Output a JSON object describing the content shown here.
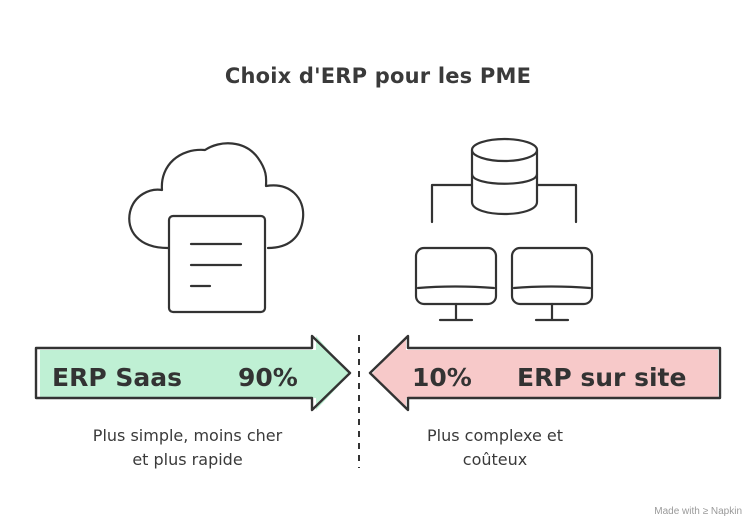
{
  "title": "Choix d'ERP pour les PME",
  "left": {
    "label": "ERP Saas",
    "percent": "90%",
    "description_line1": "Plus simple, moins cher",
    "description_line2": "et plus rapide",
    "color": "#bff0d4",
    "icon": "cloud-document-icon"
  },
  "right": {
    "label": "ERP sur site",
    "percent": "10%",
    "description_line1": "Plus complexe et",
    "description_line2": "coûteux",
    "color": "#f7c9c9",
    "icon": "server-network-icon"
  },
  "watermark": "Made with ≥ Napkin"
}
